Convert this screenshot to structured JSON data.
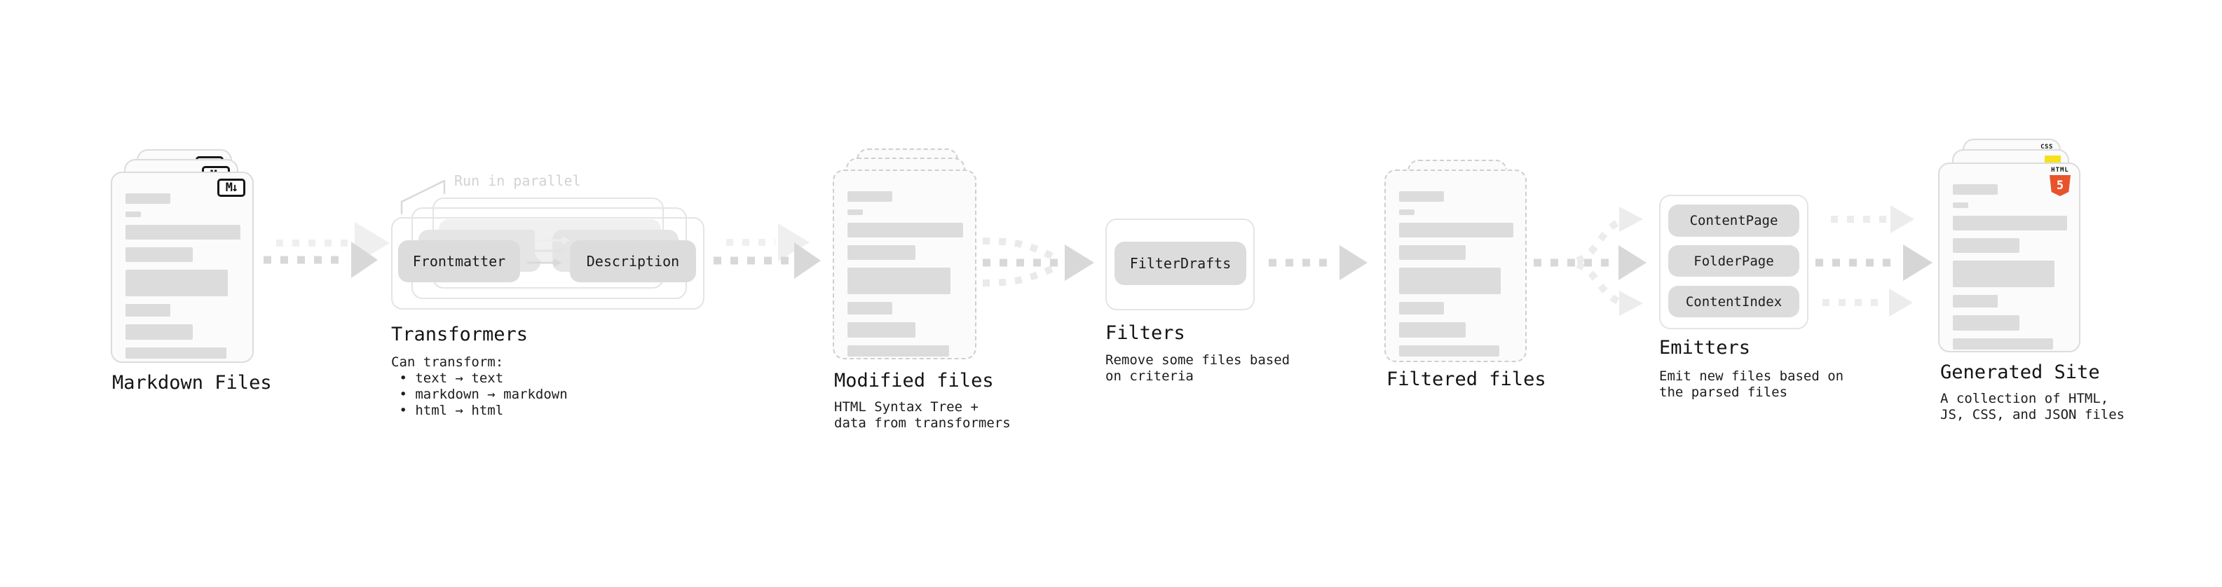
{
  "stages": {
    "markdown": {
      "title": "Markdown Files",
      "file_icon": "M↓"
    },
    "transformers": {
      "title": "Transformers",
      "annotation": "Run in parallel",
      "transformer_1": "Frontmatter",
      "transformer_2": "Description",
      "description": "Can transform:\n • text → text\n • markdown → markdown\n • html → html"
    },
    "modified": {
      "title": "Modified files",
      "description": "HTML Syntax Tree +\ndata from transformers"
    },
    "filters": {
      "title": "Filters",
      "filter_1": "FilterDrafts",
      "description": "Remove some files based\non criteria"
    },
    "filtered": {
      "title": "Filtered files"
    },
    "emitters": {
      "title": "Emitters",
      "emitter_1": "ContentPage",
      "emitter_2": "FolderPage",
      "emitter_3": "ContentIndex",
      "description": "Emit new files based on\nthe parsed files"
    },
    "generated": {
      "title": "Generated Site",
      "description": "A collection of HTML,\nJS, CSS, and JSON files",
      "html_badge_label": "HTML",
      "html_badge_number": "5",
      "css_badge_label": "CSS"
    }
  },
  "colors": {
    "html_orange": "#e8532b",
    "css_blue": "#2b63e8",
    "js_yellow": "#f7df1e"
  }
}
